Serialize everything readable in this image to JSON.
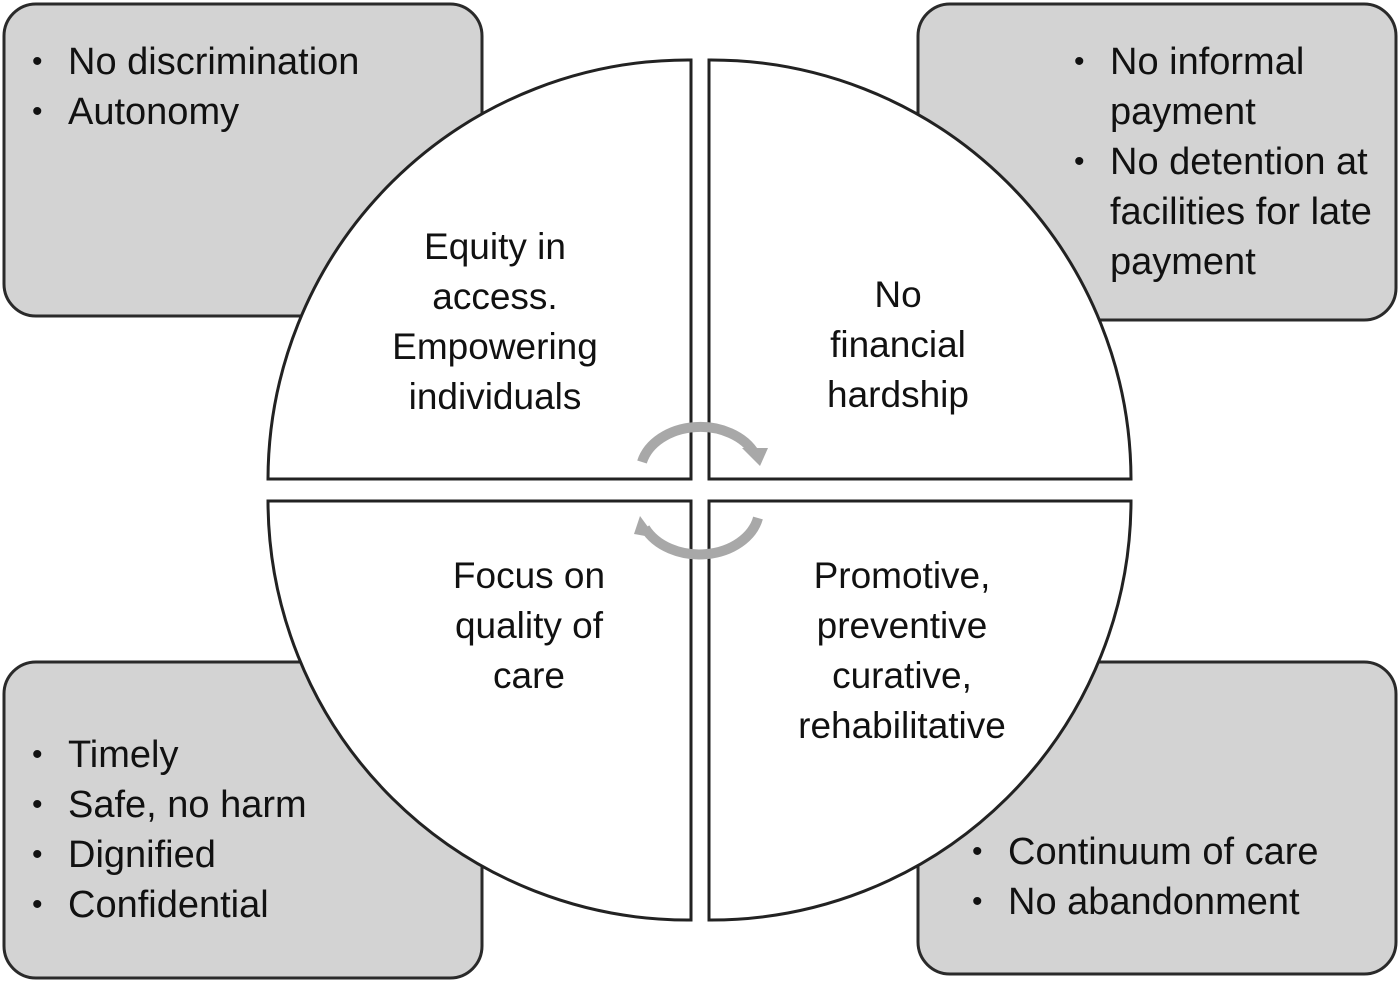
{
  "quadrants": {
    "top_left": {
      "label_lines": [
        "Equity in",
        "access.",
        "Empowering",
        "individuals"
      ]
    },
    "top_right": {
      "label_lines": [
        "No",
        "financial",
        "hardship"
      ]
    },
    "bottom_left": {
      "label_lines": [
        "Focus on",
        "quality of",
        "care"
      ]
    },
    "bottom_right": {
      "label_lines": [
        "Promotive,",
        "preventive",
        "curative,",
        "rehabilitative"
      ]
    }
  },
  "boxes": {
    "top_left": {
      "items": [
        "No discrimination",
        "Autonomy"
      ]
    },
    "top_right": {
      "items": [
        "No informal payment",
        "No detention at facilities for late payment"
      ]
    },
    "bottom_left": {
      "items": [
        "Timely",
        "Safe, no harm",
        "Dignified",
        "Confidential"
      ]
    },
    "bottom_right": {
      "items": [
        "Continuum of care",
        "No abandonment"
      ]
    }
  },
  "colors": {
    "box_fill": "#d3d3d3",
    "box_stroke": "#2a2a2a",
    "circle_fill": "#ffffff",
    "arrow": "#a8a8a8"
  }
}
